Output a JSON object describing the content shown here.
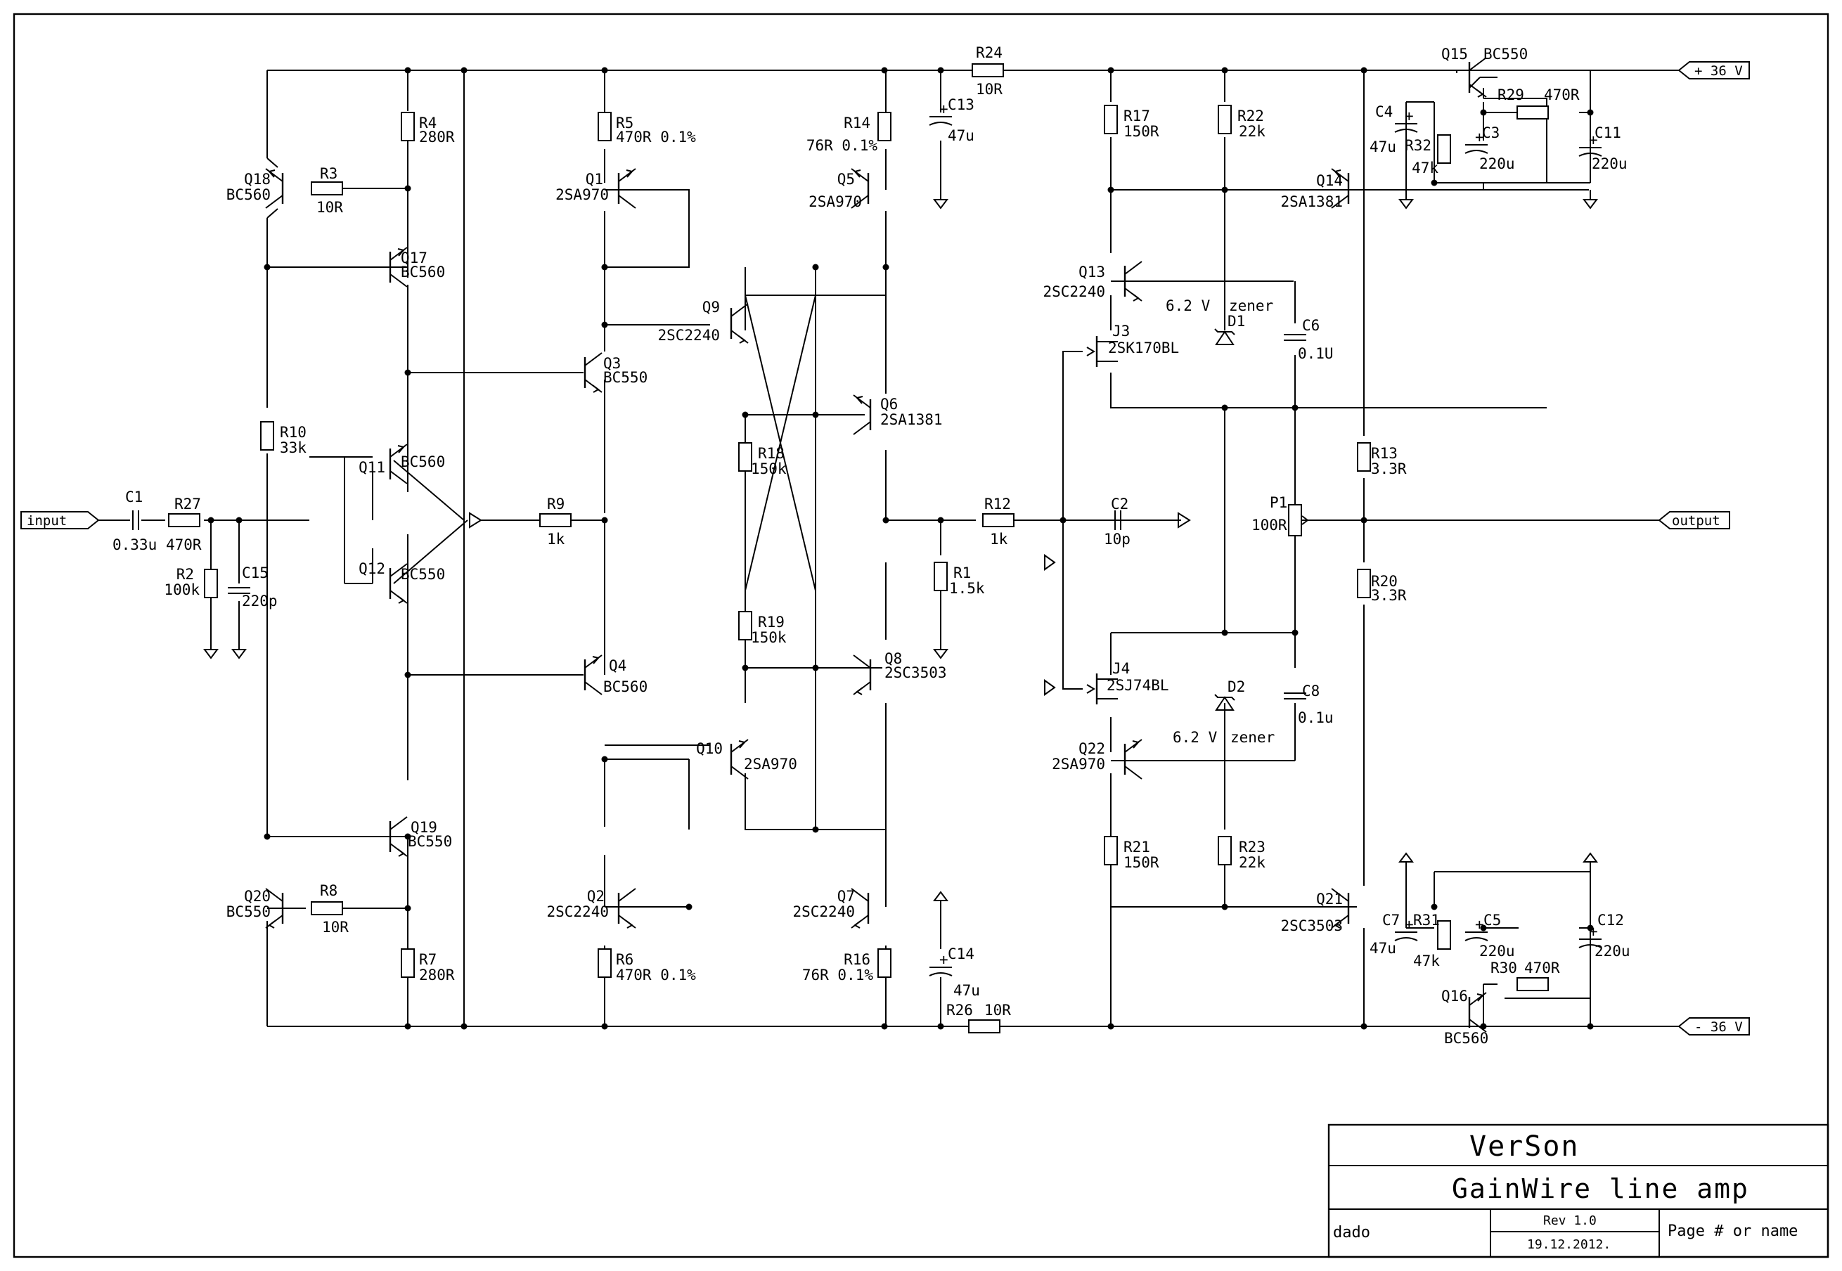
{
  "title_block": {
    "company": "VerSon",
    "project": "GainWire line amp",
    "author": "dado",
    "revision": "Rev 1.0",
    "date": "19.12.2012.",
    "page": "Page # or name"
  },
  "ports": {
    "input": "input",
    "output": "output",
    "vpos": "+ 36 V",
    "vneg": "- 36 V"
  },
  "components": {
    "R4": [
      "R4",
      "280R"
    ],
    "R3": [
      "R3",
      "10R"
    ],
    "R5": [
      "R5",
      "470R 0.1%"
    ],
    "R14": [
      "R14",
      "76R 0.1%"
    ],
    "R24": [
      "R24",
      "10R"
    ],
    "C13": [
      "C13",
      "47u"
    ],
    "R17": [
      "R17",
      "150R"
    ],
    "R22": [
      "R22",
      "22k"
    ],
    "C4": [
      "C4",
      "47u"
    ],
    "R32": [
      "R32",
      "47k"
    ],
    "C3": [
      "C3",
      "220u"
    ],
    "R29": [
      "R29",
      "470R"
    ],
    "C11": [
      "C11",
      "220u"
    ],
    "Q18": [
      "Q18",
      "BC560"
    ],
    "Q17": [
      "Q17",
      "BC560"
    ],
    "Q1": [
      "Q1",
      "2SA970"
    ],
    "Q5": [
      "Q5",
      "2SA970"
    ],
    "Q14": [
      "Q14",
      "2SA1381"
    ],
    "Q15": [
      "Q15",
      "BC550"
    ],
    "Q13": [
      "Q13",
      "2SC2240"
    ],
    "D1": [
      "D1",
      "6.2 V",
      "zener"
    ],
    "C6": [
      "C6",
      "0.1U"
    ],
    "J3": [
      "J3",
      "2SK170BL"
    ],
    "Q9": [
      "Q9",
      "2SC2240"
    ],
    "Q3": [
      "Q3",
      "BC550"
    ],
    "Q6": [
      "Q6",
      "2SA1381"
    ],
    "R10": [
      "R10",
      "33k"
    ],
    "Q11": [
      "Q11",
      "BC560"
    ],
    "R18": [
      "R18",
      "150k"
    ],
    "R13": [
      "R13",
      "3.3R"
    ],
    "C1": [
      "C1",
      "0.33u"
    ],
    "R27": [
      "R27",
      "470R"
    ],
    "R9": [
      "R9",
      "1k"
    ],
    "R12": [
      "R12",
      "1k"
    ],
    "C2": [
      "C2",
      "10p"
    ],
    "P1": [
      "P1",
      "100R"
    ],
    "R2": [
      "R2",
      "100k"
    ],
    "C15": [
      "C15",
      "220p"
    ],
    "Q12": [
      "Q12",
      "BC550"
    ],
    "R1": [
      "R1",
      "1.5k"
    ],
    "R20": [
      "R20",
      "3.3R"
    ],
    "R19": [
      "R19",
      "150k"
    ],
    "Q4": [
      "Q4",
      "BC560"
    ],
    "Q8": [
      "Q8",
      "2SC3503"
    ],
    "J4": [
      "J4",
      "2SJ74BL"
    ],
    "D2": [
      "D2",
      "6.2 V",
      "zener"
    ],
    "C8": [
      "C8",
      "0.1u"
    ],
    "Q10": [
      "Q10",
      "2SA970"
    ],
    "Q22": [
      "Q22",
      "2SA970"
    ],
    "Q19": [
      "Q19",
      "BC550"
    ],
    "R21": [
      "R21",
      "150R"
    ],
    "R23": [
      "R23",
      "22k"
    ],
    "Q20": [
      "Q20",
      "BC550"
    ],
    "R8": [
      "R8",
      "10R"
    ],
    "Q2": [
      "Q2",
      "2SC2240"
    ],
    "Q7": [
      "Q7",
      "2SC2240"
    ],
    "Q21": [
      "Q21",
      "2SC3503"
    ],
    "C7": [
      "C7",
      "47u"
    ],
    "R31": [
      "R31",
      "47k"
    ],
    "C5": [
      "C5",
      "220u"
    ],
    "C12": [
      "C12",
      "220u"
    ],
    "R7": [
      "R7",
      "280R"
    ],
    "R6": [
      "R6",
      "470R 0.1%"
    ],
    "R16": [
      "R16",
      "76R 0.1%"
    ],
    "C14": [
      "C14",
      "47u"
    ],
    "R30": [
      "R30",
      "470R"
    ],
    "Q16": [
      "Q16",
      "BC560"
    ],
    "R26": [
      "R26",
      "10R"
    ]
  }
}
